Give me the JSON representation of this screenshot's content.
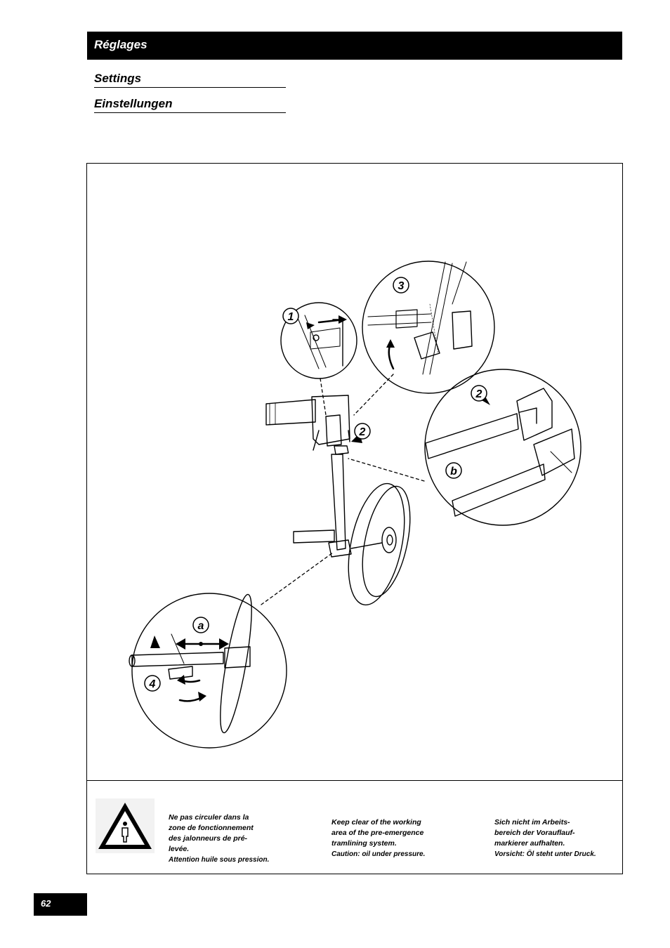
{
  "header": {
    "title_fr": "Réglages",
    "title_en": "Settings",
    "title_de": "Einstellungen"
  },
  "figure": {
    "callouts": [
      "1",
      "2",
      "3",
      "2",
      "b",
      "a",
      "4"
    ]
  },
  "warning": {
    "fr": "Ne pas circuler dans la\nzone de fonctionnement\ndes jalonneurs de pré-\nlevée.",
    "fr_caution": "Attention huile sous pression.",
    "en": "Keep clear of the working\narea of the pre-emergence\ntramlining system.",
    "en_caution": "Caution: oil under pressure.",
    "de": "Sich nicht im Arbeits-\nbereich der Vorauflauf-\nmarkierer aufhalten.",
    "de_caution": "Vorsicht: Öl steht unter Druck."
  },
  "page_number": "62"
}
